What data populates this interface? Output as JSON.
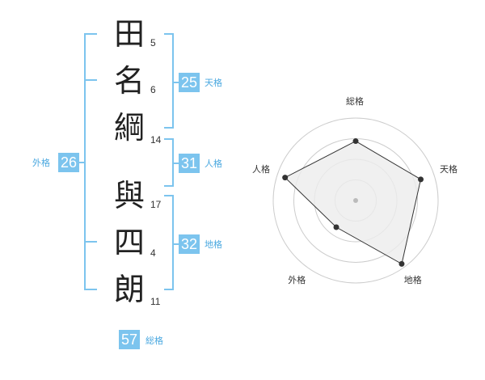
{
  "name": {
    "characters": [
      {
        "char": "田",
        "strokes": "5"
      },
      {
        "char": "名",
        "strokes": "6"
      },
      {
        "char": "綱",
        "strokes": "14"
      },
      {
        "char": "與",
        "strokes": "17"
      },
      {
        "char": "四",
        "strokes": "4"
      },
      {
        "char": "朗",
        "strokes": "11"
      }
    ]
  },
  "scores": {
    "tenkaku": {
      "label": "天格",
      "value": "25"
    },
    "jinkaku": {
      "label": "人格",
      "value": "31"
    },
    "chikaku": {
      "label": "地格",
      "value": "32"
    },
    "gaikaku": {
      "label": "外格",
      "value": "26"
    },
    "soukaku": {
      "label": "総格",
      "value": "57"
    }
  },
  "radar": {
    "axes": [
      "総格",
      "天格",
      "地格",
      "外格",
      "人格"
    ],
    "values": [
      0.72,
      0.83,
      0.95,
      0.4,
      0.9
    ],
    "ring_count": 4,
    "colors": {
      "fill": "#ececec",
      "ring": "#cccccc",
      "line": "#333333",
      "center": "#bbbbbb"
    }
  },
  "colors": {
    "accent": "#7cc4ee",
    "label_text": "#4aa8e0"
  }
}
